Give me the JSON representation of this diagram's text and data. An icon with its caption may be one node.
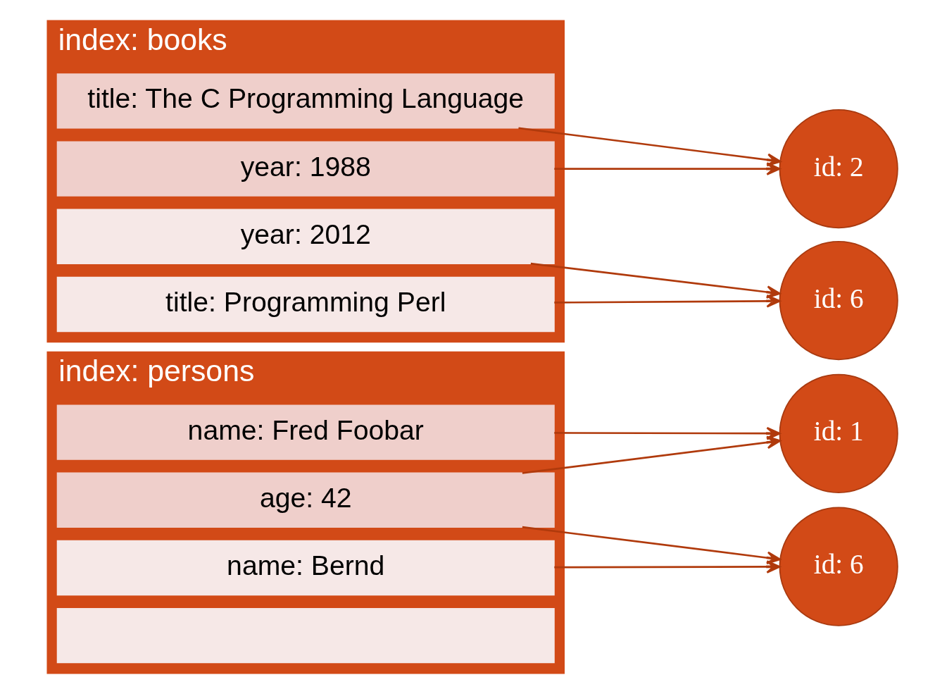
{
  "diagram": {
    "nodes": [
      {
        "text": [
          "index: persons"
        ]
      },
      {
        "text": [
          "name: Fred Foobar"
        ],
        "in": 0
      },
      {
        "text": [
          "name: Bernd"
        ],
        "in": 0
      },
      {
        "text": [
          "age: 42"
        ],
        "in": 0
      },
      {
        "text": [],
        "shape": "box",
        "in": 0
      },
      {
        "text": [
          "id: 1"
        ]
      },
      {
        "text": [
          "id: 6"
        ]
      },
      {
        "text": [
          "index: books"
        ]
      },
      {
        "text": [
          "title: The C Programming Language"
        ],
        "in": 7
      },
      {
        "text": [
          "title: Programming Perl"
        ],
        "in": 7
      },
      {
        "text": [
          "year: 1988"
        ],
        "in": 7
      },
      {
        "text": [
          "year: 2012"
        ],
        "in": 7
      },
      {
        "text": [
          "id: 2"
        ]
      },
      {
        "text": [
          "id: 6"
        ]
      }
    ],
    "edges": [
      {
        "from": 1,
        "to": 5,
        "arrow": "to"
      },
      {
        "from": 2,
        "to": 6,
        "arrow": "to"
      },
      {
        "from": 3,
        "to": 5,
        "arrow": "to"
      },
      {
        "from": 3,
        "to": 6,
        "arrow": "to"
      },
      {
        "from": 8,
        "to": 12,
        "arrow": "to"
      },
      {
        "from": 9,
        "to": 13,
        "arrow": "to"
      },
      {
        "from": 10,
        "to": 12,
        "arrow": "to"
      },
      {
        "from": 11,
        "to": 13,
        "arrow": "to"
      }
    ]
  }
}
